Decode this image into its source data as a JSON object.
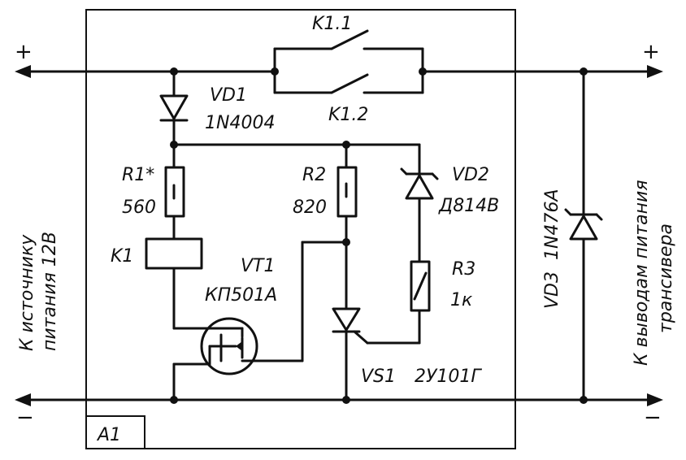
{
  "labels": {
    "plus_left": "+",
    "plus_right": "+",
    "minus_left": "−",
    "minus_right": "−",
    "left_caption_1": "К источнику",
    "left_caption_2": "питания 12В",
    "right_caption_1": "К выводам питания",
    "right_caption_2": "трансивера",
    "board": "A1"
  },
  "components": {
    "k11": {
      "ref": "K1.1"
    },
    "k12": {
      "ref": "K1.2"
    },
    "vd1": {
      "ref": "VD1",
      "value": "1N4004"
    },
    "r1": {
      "ref": "R1*",
      "value": "560"
    },
    "k1": {
      "ref": "K1"
    },
    "vt1": {
      "ref": "VT1",
      "value": "КП501А"
    },
    "r2": {
      "ref": "R2",
      "value": "820"
    },
    "vd2": {
      "ref": "VD2",
      "value": "Д814В"
    },
    "r3": {
      "ref": "R3",
      "value": "1к"
    },
    "vs1": {
      "ref": "VS1",
      "value": "2У101Г"
    },
    "vd3": {
      "ref": "VD3",
      "value": "1N476A"
    }
  }
}
